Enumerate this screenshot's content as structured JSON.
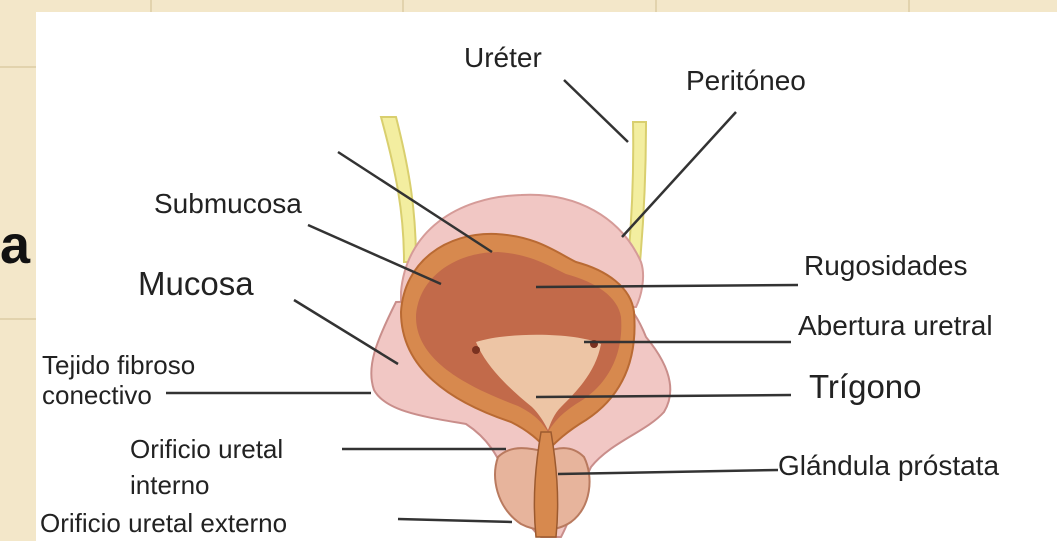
{
  "slide": {
    "left_fragment": "a"
  },
  "diagram": {
    "labels": {
      "ureter": "Uréter",
      "peritoneo": "Peritóneo",
      "submucosa": "Submucosa",
      "mucosa": "Mucosa",
      "rugosidades": "Rugosidades",
      "abertura_uretral": "Abertura uretral",
      "trigono": "Trígono",
      "tejido_line1": "Tejido fibroso",
      "tejido_line2": "conectivo",
      "orificio_interno_line1": "Orificio uretal",
      "orificio_interno_line2": "interno",
      "glandula_prostata": "Glándula próstata",
      "orificio_externo": "Orificio uretal externo"
    },
    "colors": {
      "bladder_outer": "#f1c7c4",
      "muscle_wall": "#d7894e",
      "mucosa_interior": "#c26a4a",
      "trigone": "#f4d5b5",
      "ureter": "#f3eea0",
      "prostate": "#e7b49c"
    }
  }
}
